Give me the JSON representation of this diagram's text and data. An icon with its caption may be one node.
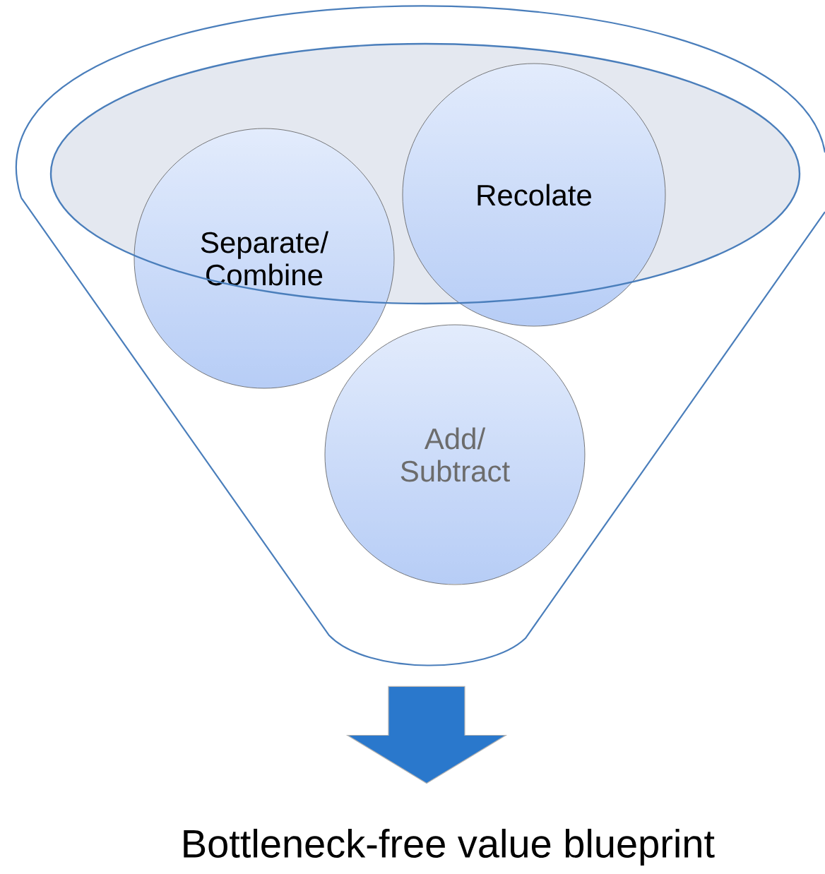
{
  "diagram": {
    "nodes": [
      {
        "text": [],
        "shape": "funnel"
      },
      {
        "text": [
          "Separate/ Combine"
        ],
        "in": 0
      },
      {
        "text": [
          "Recolate"
        ],
        "in": 0
      },
      {
        "text": [
          "Add/ Subtract"
        ],
        "in": 0
      },
      {
        "text": [
          "Bottleneck-free value blueprint"
        ]
      }
    ],
    "edges": [
      {
        "from": 0,
        "to": 4,
        "arrow": "to"
      }
    ]
  }
}
